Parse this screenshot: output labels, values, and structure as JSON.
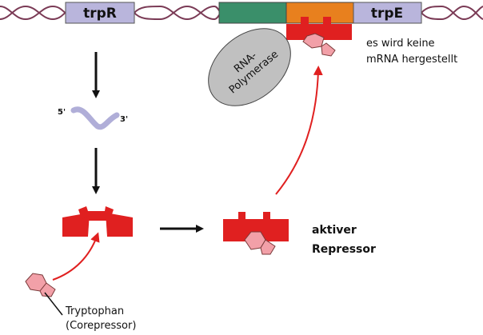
{
  "genes": {
    "trpR": "trpR",
    "trpE": "trpE"
  },
  "mrna": {
    "five_prime": "5'",
    "three_prime": "3'"
  },
  "rna_polymerase": {
    "line1": "RNA-",
    "line2": "Polymerase"
  },
  "no_mrna_text": {
    "line1": "es wird keine",
    "line2": "mRNA hergestellt"
  },
  "active_repressor": {
    "line1": "aktiver",
    "line2": "Repressor"
  },
  "tryptophan": {
    "line1": "Tryptophan",
    "line2": "(Corepressor)"
  },
  "colors": {
    "dna_strand": "#7a3a55",
    "gene_box": "#b9b5dc",
    "promoter": "#3a8f6a",
    "operator": "#e8801e",
    "repressor": "#e02020",
    "tryptophan": "#f2a0a8",
    "polymerase": "#c0c0c0",
    "mrna": "#b0aed8"
  }
}
